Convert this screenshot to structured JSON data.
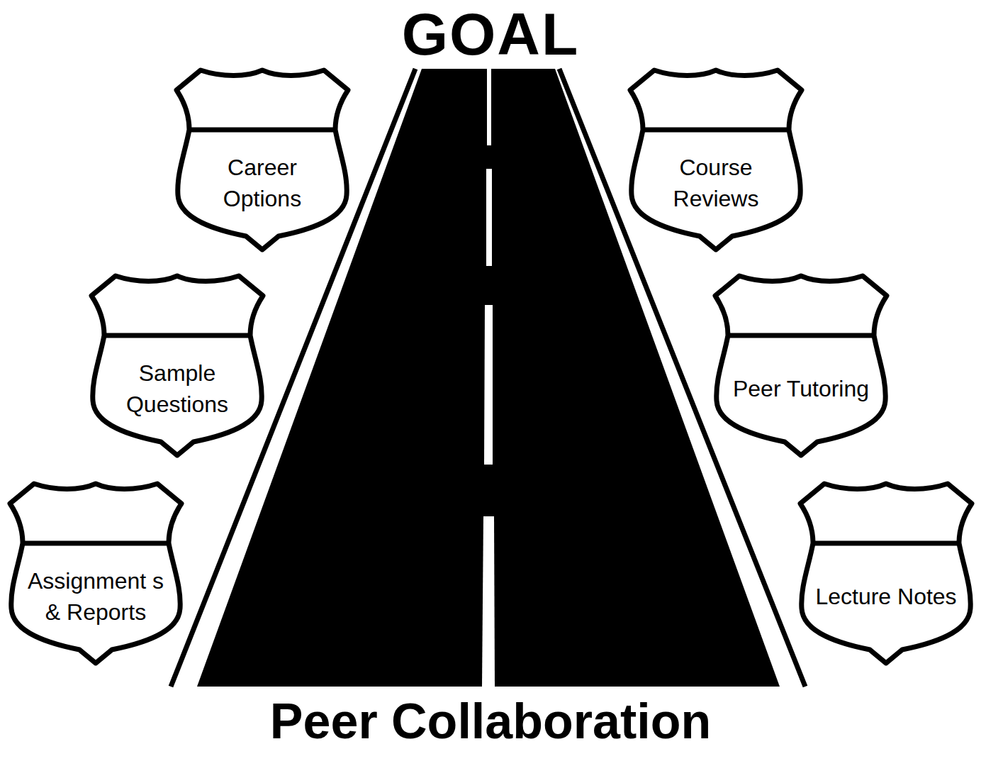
{
  "diagram": {
    "title": "GOAL",
    "caption": "Peer Collaboration",
    "nodes": [
      {
        "text": [
          "Career Options"
        ]
      },
      {
        "text": [
          "Course Reviews"
        ]
      },
      {
        "text": [
          "Sample Questions"
        ]
      },
      {
        "text": [
          "Peer Tutoring"
        ]
      },
      {
        "text": [
          "Assignment s & Reports"
        ]
      },
      {
        "text": [
          "Lecture Notes"
        ]
      }
    ]
  }
}
